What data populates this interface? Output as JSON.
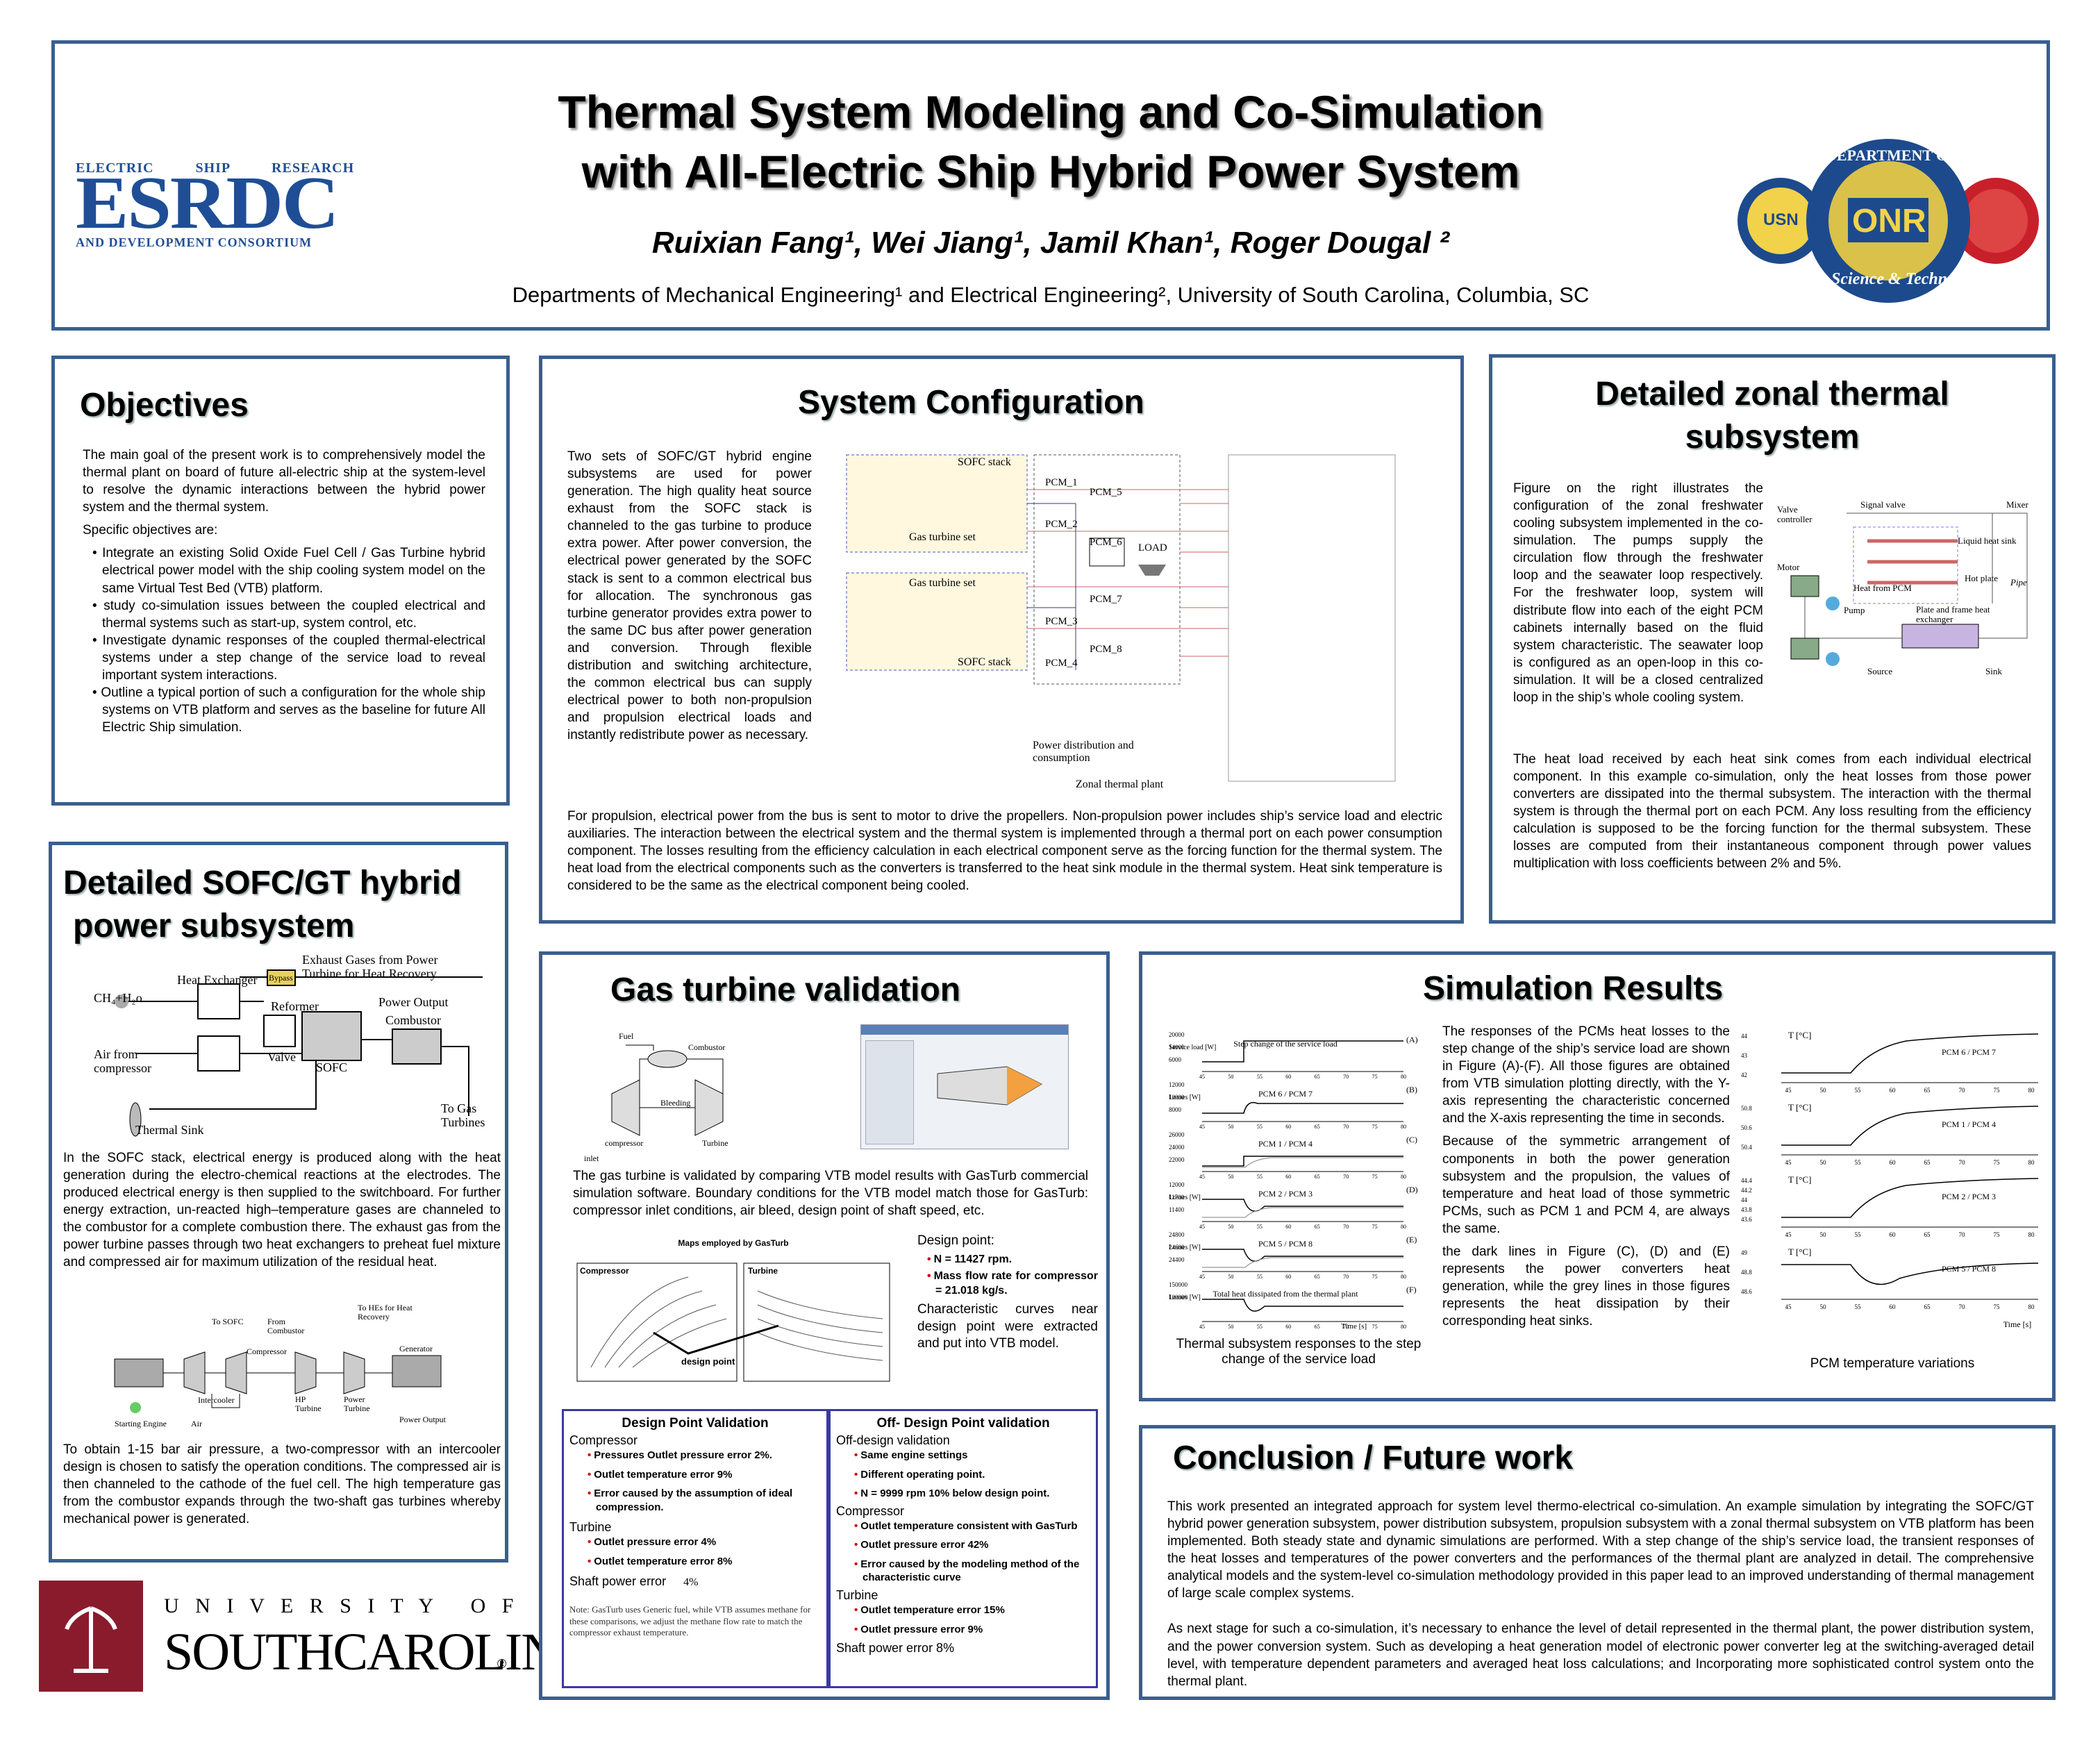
{
  "header": {
    "title_line1": "Thermal System Modeling and Co-Simulation",
    "title_line2": "with All-Electric Ship Hybrid Power System",
    "authors": "Ruixian Fang¹, Wei Jiang¹, Jamil Khan¹, Roger Dougal ²",
    "affiliation": "Departments of Mechanical Engineering¹ and Electrical Engineering², University of South Carolina, Columbia, SC",
    "esrdc_top": "ELECTRIC          SHIP          RESEARCH",
    "esrdc_big": "ESRDC",
    "esrdc_bottom": "AND DEVELOPMENT CONSORTIUM",
    "onr_ring": "DEPARTMENT OF THE NAVY",
    "onr_bottom": "Science & Technology",
    "onr_mid": "ONR",
    "onr_usn": "USN",
    "colors": {
      "border": "#3a5f8f",
      "esrdc": "#1f4e96",
      "usc": "#8a1b2c"
    }
  },
  "objectives": {
    "title": "Objectives",
    "intro": "The main goal of the present work is to comprehensively model the thermal plant on board of future all-electric ship at the system-level to resolve the dynamic interactions between the hybrid power system and the thermal system.",
    "specific": "Specific objectives are:",
    "items": [
      "•     Integrate an existing Solid Oxide Fuel Cell / Gas Turbine hybrid electrical power model with the ship cooling system model on the same Virtual Test Bed (VTB) platform.",
      "•     study co-simulation issues between the coupled electrical and thermal systems such as start-up, system control, etc.",
      "•   Investigate dynamic responses of the coupled thermal-electrical systems under a step change of the service load to reveal important system interactions.",
      "•   Outline a typical portion of such a configuration for the whole ship systems on VTB platform and serves as the baseline for future All Electric Ship simulation."
    ]
  },
  "sofc": {
    "title_line1": "Detailed SOFC/GT hybrid",
    "title_line2": "power subsystem",
    "fig_labels": {
      "exhaust": "Exhaust Gases from Power Turbine for Heat Recovery",
      "hx": "Heat Exchanger",
      "fuel": "CH₄+H₂o",
      "reformer": "Reformer",
      "power": "Power Output",
      "valve": "Valve",
      "combustor": "Combustor",
      "air": "Air from compressor",
      "sofc": "SOFC",
      "sink": "Thermal Sink",
      "turbines": "To Gas Turbines",
      "bypass": "Bypass"
    },
    "para1": "In the SOFC stack, electrical energy is produced along with the heat generation during the electro-chemical reactions at the electrodes. The produced electrical energy is then supplied to the switchboard. For further energy extraction, un-reacted high–temperature gases are channeled to the combustor for a complete combustion there. The exhaust gas from the power turbine passes through two heat exchangers to preheat fuel mixture and compressed air for maximum utilization of the residual heat.",
    "fig2_labels": {
      "starting": "Starting Engine",
      "air": "Air",
      "intercooler": "Intercooler",
      "hp": "HP Turbine",
      "pt": "Power Turbine",
      "gen": "Generator",
      "out": "Power Output",
      "tosofc": "To SOFC",
      "fromcomb": "From Combustor",
      "tohx": "To HEs for Heat Recovery",
      "comp": "Compressor"
    },
    "para2": "To obtain 1-15 bar air pressure, a two-compressor with an intercooler design is chosen to satisfy the operation conditions. The compressed air is then channeled to the cathode of the fuel cell. The high temperature gas from the combustor expands through the two-shaft gas turbines whereby mechanical power is generated."
  },
  "usc": {
    "letters": "U N I V E R S I T Y   O F",
    "name": "SOUTHCAROLINA",
    "reg": "®"
  },
  "sysconfig": {
    "title": "System Configuration",
    "para1": "Two sets of SOFC/GT hybrid engine subsystems are used for power generation. The high quality heat source exhaust from the SOFC stack is channeled to the gas turbine to produce extra power. After power conversion, the electrical power generated by the SOFC stack is sent to a common electrical bus for allocation. The synchronous gas turbine generator provides extra power to the same DC bus after power generation and conversion. Through flexible distribution and switching architecture, the common electrical bus can supply electrical power to both non-propulsion and propulsion electrical loads and instantly redistribute power as necessary.",
    "fig_labels": {
      "sofc_stack_top": "SOFC stack",
      "gt_set_top": "Gas turbine set",
      "gt_set_bottom": "Gas turbine set",
      "sofc_stack_bottom": "SOFC stack",
      "pcm1": "PCM_1",
      "pcm2": "PCM_2",
      "pcm3": "PCM_3",
      "pcm4": "PCM_4",
      "pcm5": "PCM_5",
      "pcm6": "PCM_6",
      "pcm7": "PCM_7",
      "pcm8": "PCM_8",
      "load": "LOAD",
      "dist": "Power distribution and consumption",
      "zonal": "Zonal thermal plant"
    },
    "para2": "For propulsion, electrical power from the bus is sent to motor to drive the propellers. Non-propulsion power includes ship’s service load and electric auxiliaries. The interaction between the electrical system and the thermal system is implemented through a thermal port on each power consumption component. The losses resulting from the efficiency calculation in each electrical component serve as the forcing function for the thermal system. The heat load from the electrical components such as the converters is transferred to the heat sink module in the thermal system. Heat sink temperature is considered to be the same as the electrical component being cooled."
  },
  "zonal": {
    "title_line1": "Detailed zonal thermal",
    "title_line2": "subsystem",
    "para1": "Figure on the right illustrates the configuration of the zonal freshwater cooling subsystem implemented in the co-simulation. The pumps supply the circulation flow through the freshwater loop and the seawater loop respectively. For the freshwater loop, system will distribute flow into each of the eight PCM cabinets internally based on the fluid system characteristic. The seawater loop is configured as an open-loop in this co-simulation. It will be a closed centralized loop in the ship’s whole cooling system.",
    "fig_labels": {
      "valve_ctrl": "Valve controller",
      "signal": "Signal valve",
      "mixer": "Mixer",
      "liquid": "Liquid heat sink",
      "hotplate": "Hot plate",
      "pipe": "Pipe",
      "motor": "Motor",
      "heatpcm": "Heat from PCM",
      "pump": "Pump",
      "plate": "Plate and frame heat exchanger",
      "source": "Source",
      "sink": "Sink"
    },
    "para2": "The heat load received by each heat sink comes from each individual electrical component. In this example co-simulation, only the heat losses from those power converters are dissipated into the thermal subsystem. The interaction with the thermal system is through the thermal port on each PCM. Any loss resulting from the efficiency calculation is supposed to be the forcing function for the thermal subsystem. These losses are computed from their instantaneous component through power values multiplication with loss coefficients between 2% and 5%."
  },
  "gasturbine": {
    "title": "Gas turbine validation",
    "fig_labels": {
      "fuel": "Fuel",
      "combustor": "Combustor",
      "bleeding": "Bleeding",
      "compressor": "compressor",
      "turbine": "Turbine",
      "inlet": "inlet"
    },
    "para1": "The gas turbine is validated by comparing VTB model results with GasTurb commercial simulation software. Boundary conditions for the VTB model match those for GasTurb: compressor inlet conditions, air bleed, design point of shaft speed, etc.",
    "maps_title": "Maps employed by GasTurb",
    "maps_comp": "Compressor",
    "maps_turb": "Turbine",
    "maps_dp": "design point",
    "dp_title": "Design point:",
    "dp_items": [
      "N = 11427 rpm.",
      "Mass flow rate for compressor = 21.018 kg/s."
    ],
    "dp_text": "Characteristic curves near design point were extracted and put into VTB model.",
    "val1": {
      "title": "Design Point Validation",
      "comp": "Compressor",
      "comp_items": [
        "Pressures Outlet pressure  error  2%.",
        "Outlet  temperature  error  9%",
        "Error caused by the assumption of ideal compression."
      ],
      "turb": "Turbine",
      "turb_items": [
        "Outlet pressure  error  4%",
        "Outlet temperature error  8%"
      ],
      "shaft": "Shaft power error",
      "shaft_val": "4%",
      "note": "Note:  GasTurb uses Generic fuel, while VTB assumes methane for these  comparisons, we adjust the methane flow rate to match the compressor exhaust temperature."
    },
    "val2": {
      "title": "Off- Design Point validation",
      "off": "Off-design validation",
      "off_items": [
        "Same engine settings",
        "Different operating point.",
        "N = 9999 rpm 10%  below design point."
      ],
      "comp": "Compressor",
      "comp_items": [
        "Outlet   temperature   consistent   with GasTurb",
        "Outlet pressure error 42%",
        "Error caused by the modeling method of the characteristic curve"
      ],
      "turb": "Turbine",
      "turb_items": [
        "Outlet temperature error 15%",
        "Outlet pressure error 9%"
      ],
      "shaft": "Shaft power error 8%"
    }
  },
  "results": {
    "title": "Simulation Results",
    "left_panels": [
      {
        "tag": "(A)",
        "ylabel": "Service load [W]",
        "note": "Step change of the service load",
        "ticks": [
          "20000",
          "14000",
          "6000"
        ]
      },
      {
        "tag": "(B)",
        "ylabel": "Losses [W]",
        "note": "PCM 6 / PCM 7",
        "ticks": [
          "12000",
          "10000",
          "8000"
        ]
      },
      {
        "tag": "(C)",
        "ylabel": "",
        "note": "PCM 1 / PCM 4",
        "ticks": [
          "26000",
          "24000",
          "22000"
        ]
      },
      {
        "tag": "(D)",
        "ylabel": "Losses [W]",
        "note": "PCM 2 / PCM 3",
        "ticks": [
          "12000",
          "11700",
          "11400"
        ]
      },
      {
        "tag": "(E)",
        "ylabel": "Losses [W]",
        "note": "PCM 5 / PCM 8",
        "ticks": [
          "24800",
          "24600",
          "24400"
        ]
      },
      {
        "tag": "(F)",
        "ylabel": "Losses [W]",
        "note": "Total heat dissipated from the thermal plant",
        "ticks": [
          "150000",
          "100000"
        ]
      }
    ],
    "xticks": [
      "45",
      "50",
      "55",
      "60",
      "65",
      "70",
      "75",
      "80"
    ],
    "time_label": "Time [s]",
    "left_caption": "Thermal subsystem responses to the step change of the service load",
    "para1": "The responses of the PCMs heat losses to the step change of the ship’s service load are shown in Figure (A)-(F). All those figures are obtained from VTB simulation plotting directly, with the Y-axis representing the characteristic concerned and the X-axis representing the time in seconds.",
    "para2": "Because of the symmetric arrangement of components in both the power generation subsystem and the propulsion, the values of temperature and heat load of those symmetric PCMs, such as PCM 1 and PCM 4, are always the same.",
    "para3": "the dark lines in Figure (C), (D) and (E) represents the power converters heat generation, while the grey lines in those figures represents the heat dissipation by their corresponding heat sinks.",
    "right_panels": [
      {
        "label": "PCM 6 / PCM 7",
        "ticks": [
          "44",
          "43",
          "42"
        ]
      },
      {
        "label": "PCM 1 / PCM 4",
        "ticks": [
          "50.8",
          "50.6",
          "50.4"
        ]
      },
      {
        "label": "PCM 2 / PCM 3",
        "ticks": [
          "44.4",
          "44.2",
          "44",
          "43.8",
          "43.6"
        ]
      },
      {
        "label": "PCM 5 / PCM 8",
        "ticks": [
          "49",
          "48.8",
          "48.6"
        ]
      }
    ],
    "temp_label": "T [°C]",
    "right_time": "Time [s]",
    "right_caption": "PCM temperature variations"
  },
  "conclusion": {
    "title": "Conclusion / Future work",
    "para1": "This work presented an integrated approach for system level thermo-electrical co-simulation. An example simulation by integrating the SOFC/GT hybrid power generation subsystem, power distribution subsystem, propulsion subsystem with a zonal thermal subsystem on VTB platform has been implemented. Both steady state and dynamic simulations are performed. With a step change of the ship’s service load, the transient responses of the heat losses and temperatures of the power converters and the performances of the thermal plant are analyzed in detail. The comprehensive analytical models and the system-level co-simulation methodology provided in this paper lead to an improved understanding of thermal management of large scale complex systems.",
    "para2": "As next stage for such a co-simulation, it’s necessary to   enhance the level of detail represented in the thermal plant, the power distribution system, and the power conversion system. Such as developing a heat generation model of electronic power converter leg at the switching-averaged detail level, with temperature dependent parameters and averaged heat loss calculations; and Incorporating more sophisticated control system onto the thermal plant."
  }
}
